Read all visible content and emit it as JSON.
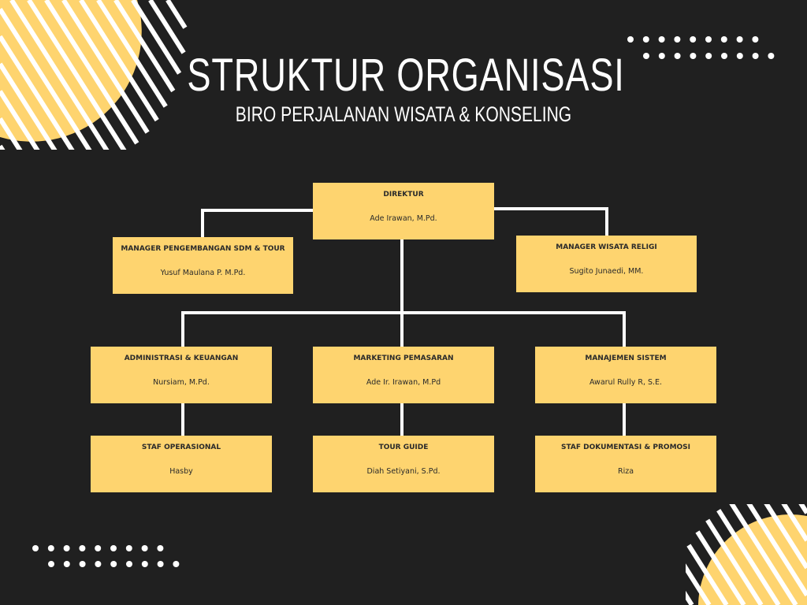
{
  "header": {
    "title": "STRUKTUR ORGANISASI",
    "subtitle": "BIRO PERJALANAN WISATA & KONSELING"
  },
  "colors": {
    "background": "#202020",
    "accent": "#fed46f",
    "line": "#ffffff"
  },
  "nodes": [
    {
      "id": "direktur",
      "role": "DIREKTUR",
      "name": "Ade Irawan, M.Pd."
    },
    {
      "id": "manager-sdm",
      "role": "MANAGER PENGEMBANGAN SDM & TOUR",
      "name": "Yusuf Maulana P. M.Pd."
    },
    {
      "id": "manager-religi",
      "role": "MANAGER WISATA RELIGI",
      "name": "Sugito Junaedi, MM."
    },
    {
      "id": "administrasi",
      "role": "ADMINISTRASI & KEUANGAN",
      "name": "Nursiam, M.Pd."
    },
    {
      "id": "marketing",
      "role": "MARKETING PEMASARAN",
      "name": "Ade Ir. Irawan, M.Pd"
    },
    {
      "id": "manajemen",
      "role": "MANAJEMEN SISTEM",
      "name": "Awarul Rully R, S.E."
    },
    {
      "id": "staf-operasional",
      "role": "STAF OPERASIONAL",
      "name": "Hasby"
    },
    {
      "id": "tour-guide",
      "role": "TOUR GUIDE",
      "name": "Diah Setiyani, S.Pd."
    },
    {
      "id": "staf-dokumentasi",
      "role": "STAF DOKUMENTASI & PROMOSI",
      "name": "Riza"
    }
  ],
  "edges": [
    [
      "direktur",
      "manager-sdm"
    ],
    [
      "direktur",
      "manager-religi"
    ],
    [
      "direktur",
      "administrasi"
    ],
    [
      "direktur",
      "marketing"
    ],
    [
      "direktur",
      "manajemen"
    ],
    [
      "administrasi",
      "staf-operasional"
    ],
    [
      "marketing",
      "tour-guide"
    ],
    [
      "manajemen",
      "staf-dokumentasi"
    ]
  ]
}
